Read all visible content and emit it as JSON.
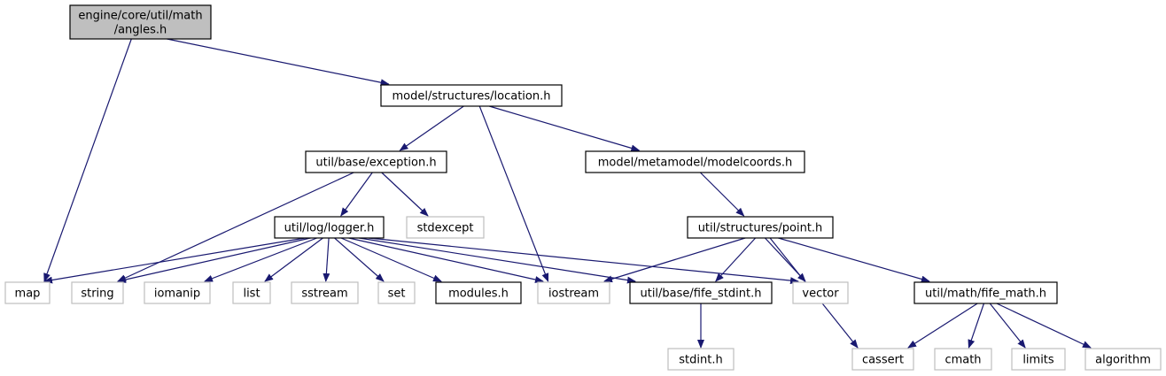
{
  "diagram": {
    "colors": {
      "edge": "#191970",
      "root_fill": "#bfbfbf",
      "root_border": "#000000",
      "internal_border": "#000000",
      "external_border": "#bfbfbf",
      "node_fill": "#ffffff"
    },
    "nodes": [
      {
        "id": "angles",
        "lines": [
          "engine/core/util/math",
          "/angles.h"
        ],
        "kind": "root"
      },
      {
        "id": "location",
        "lines": [
          "model/structures/location.h"
        ],
        "kind": "internal"
      },
      {
        "id": "exception",
        "lines": [
          "util/base/exception.h"
        ],
        "kind": "internal"
      },
      {
        "id": "modelcoords",
        "lines": [
          "model/metamodel/modelcoords.h"
        ],
        "kind": "internal"
      },
      {
        "id": "stdexcept",
        "lines": [
          "stdexcept"
        ],
        "kind": "external"
      },
      {
        "id": "logger",
        "lines": [
          "util/log/logger.h"
        ],
        "kind": "internal"
      },
      {
        "id": "point",
        "lines": [
          "util/structures/point.h"
        ],
        "kind": "internal"
      },
      {
        "id": "map",
        "lines": [
          "map"
        ],
        "kind": "external"
      },
      {
        "id": "string",
        "lines": [
          "string"
        ],
        "kind": "external"
      },
      {
        "id": "iomanip",
        "lines": [
          "iomanip"
        ],
        "kind": "external"
      },
      {
        "id": "list",
        "lines": [
          "list"
        ],
        "kind": "external"
      },
      {
        "id": "sstream",
        "lines": [
          "sstream"
        ],
        "kind": "external"
      },
      {
        "id": "set",
        "lines": [
          "set"
        ],
        "kind": "external"
      },
      {
        "id": "modules",
        "lines": [
          "modules.h"
        ],
        "kind": "internal"
      },
      {
        "id": "iostream",
        "lines": [
          "iostream"
        ],
        "kind": "external"
      },
      {
        "id": "fife_stdint",
        "lines": [
          "util/base/fife_stdint.h"
        ],
        "kind": "internal"
      },
      {
        "id": "vector",
        "lines": [
          "vector"
        ],
        "kind": "external"
      },
      {
        "id": "fife_math",
        "lines": [
          "util/math/fife_math.h"
        ],
        "kind": "internal"
      },
      {
        "id": "stdint",
        "lines": [
          "stdint.h"
        ],
        "kind": "external"
      },
      {
        "id": "cassert",
        "lines": [
          "cassert"
        ],
        "kind": "external"
      },
      {
        "id": "cmath",
        "lines": [
          "cmath"
        ],
        "kind": "external"
      },
      {
        "id": "limits",
        "lines": [
          "limits"
        ],
        "kind": "external"
      },
      {
        "id": "algorithm",
        "lines": [
          "algorithm"
        ],
        "kind": "external"
      }
    ],
    "edges": [
      {
        "from": "angles",
        "to": "location"
      },
      {
        "from": "angles",
        "to": "map"
      },
      {
        "from": "location",
        "to": "exception"
      },
      {
        "from": "location",
        "to": "iostream"
      },
      {
        "from": "location",
        "to": "modelcoords"
      },
      {
        "from": "exception",
        "to": "logger"
      },
      {
        "from": "exception",
        "to": "string"
      },
      {
        "from": "exception",
        "to": "stdexcept"
      },
      {
        "from": "modelcoords",
        "to": "point"
      },
      {
        "from": "logger",
        "to": "map"
      },
      {
        "from": "logger",
        "to": "string"
      },
      {
        "from": "logger",
        "to": "iomanip"
      },
      {
        "from": "logger",
        "to": "list"
      },
      {
        "from": "logger",
        "to": "sstream"
      },
      {
        "from": "logger",
        "to": "set"
      },
      {
        "from": "logger",
        "to": "modules"
      },
      {
        "from": "logger",
        "to": "iostream"
      },
      {
        "from": "logger",
        "to": "fife_stdint"
      },
      {
        "from": "logger",
        "to": "vector"
      },
      {
        "from": "point",
        "to": "iostream"
      },
      {
        "from": "point",
        "to": "fife_stdint"
      },
      {
        "from": "point",
        "to": "vector"
      },
      {
        "from": "point",
        "to": "cassert"
      },
      {
        "from": "point",
        "to": "fife_math"
      },
      {
        "from": "fife_stdint",
        "to": "stdint"
      },
      {
        "from": "fife_math",
        "to": "cassert"
      },
      {
        "from": "fife_math",
        "to": "cmath"
      },
      {
        "from": "fife_math",
        "to": "limits"
      },
      {
        "from": "fife_math",
        "to": "algorithm"
      }
    ]
  }
}
